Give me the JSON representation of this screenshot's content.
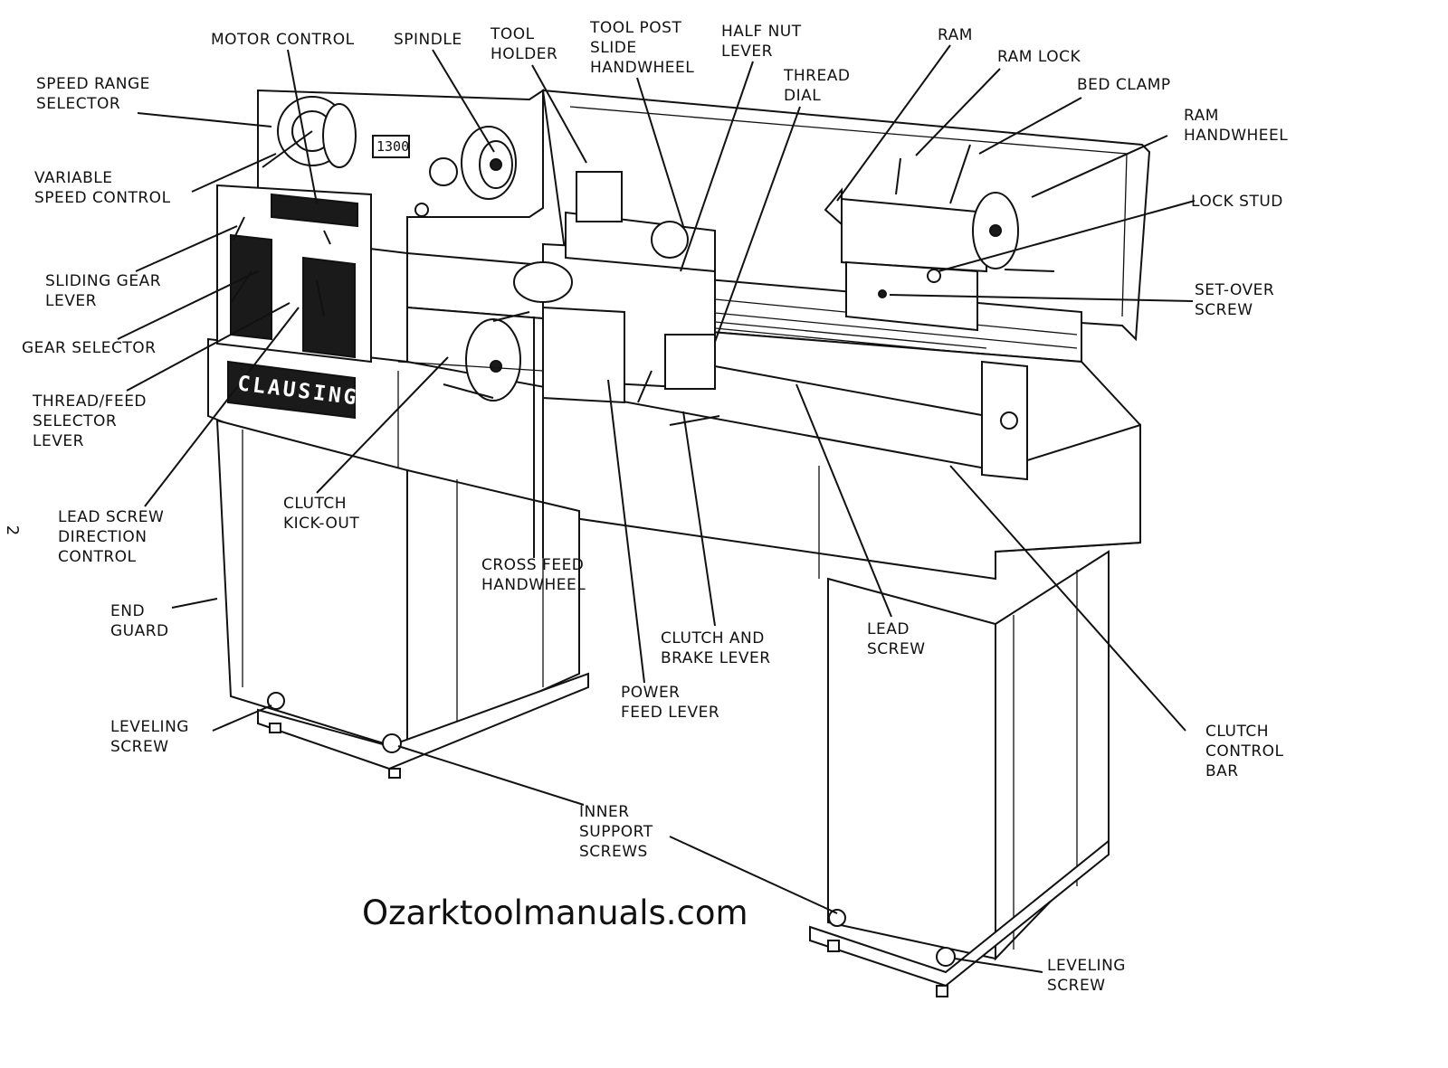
{
  "diagram": {
    "labels": [
      {
        "id": "motor-control",
        "lines": [
          "MOTOR CONTROL"
        ]
      },
      {
        "id": "spindle",
        "lines": [
          "SPINDLE"
        ]
      },
      {
        "id": "tool-holder",
        "lines": [
          "TOOL",
          "HOLDER"
        ]
      },
      {
        "id": "tool-post-slide-handwheel",
        "lines": [
          "TOOL POST",
          "SLIDE",
          "HANDWHEEL"
        ]
      },
      {
        "id": "half-nut-lever",
        "lines": [
          "HALF NUT",
          "LEVER"
        ]
      },
      {
        "id": "thread-dial",
        "lines": [
          "THREAD",
          "DIAL"
        ]
      },
      {
        "id": "ram",
        "lines": [
          "RAM"
        ]
      },
      {
        "id": "ram-lock",
        "lines": [
          "RAM LOCK"
        ]
      },
      {
        "id": "bed-clamp",
        "lines": [
          "BED CLAMP"
        ]
      },
      {
        "id": "ram-handwheel",
        "lines": [
          "RAM",
          "HANDWHEEL"
        ]
      },
      {
        "id": "lock-stud",
        "lines": [
          "LOCK STUD"
        ]
      },
      {
        "id": "set-over-screw",
        "lines": [
          "SET-OVER",
          "SCREW"
        ]
      },
      {
        "id": "speed-range-selector",
        "lines": [
          "SPEED RANGE",
          "SELECTOR"
        ]
      },
      {
        "id": "variable-speed-control",
        "lines": [
          "VARIABLE",
          "SPEED CONTROL"
        ]
      },
      {
        "id": "sliding-gear-lever",
        "lines": [
          "SLIDING GEAR",
          "LEVER"
        ]
      },
      {
        "id": "gear-selector",
        "lines": [
          "GEAR SELECTOR"
        ]
      },
      {
        "id": "thread-feed-selector-lever",
        "lines": [
          "THREAD/FEED",
          "SELECTOR",
          "LEVER"
        ]
      },
      {
        "id": "lead-screw-direction-control",
        "lines": [
          "LEAD SCREW",
          "DIRECTION",
          "CONTROL"
        ]
      },
      {
        "id": "clutch-kick-out",
        "lines": [
          "CLUTCH",
          "KICK-OUT"
        ]
      },
      {
        "id": "cross-feed-handwheel",
        "lines": [
          "CROSS FEED",
          "HANDWHEEL"
        ]
      },
      {
        "id": "end-guard",
        "lines": [
          "END",
          "GUARD"
        ]
      },
      {
        "id": "clutch-and-brake-lever",
        "lines": [
          "CLUTCH AND",
          "BRAKE LEVER"
        ]
      },
      {
        "id": "power-feed-lever",
        "lines": [
          "POWER",
          "FEED LEVER"
        ]
      },
      {
        "id": "lead-screw",
        "lines": [
          "LEAD",
          "SCREW"
        ]
      },
      {
        "id": "leveling-screw-left",
        "lines": [
          "LEVELING",
          "SCREW"
        ]
      },
      {
        "id": "clutch-control-bar",
        "lines": [
          "CLUTCH",
          "CONTROL",
          "BAR"
        ]
      },
      {
        "id": "inner-support-screws",
        "lines": [
          "INNER",
          "SUPPORT",
          "SCREWS"
        ]
      },
      {
        "id": "leveling-screw-right",
        "lines": [
          "LEVELING",
          "SCREW"
        ]
      }
    ]
  },
  "brand_plate": "CLAUSING",
  "rpm_display": "1300",
  "page_number": "2",
  "watermark": "Ozarktoolmanuals.com"
}
